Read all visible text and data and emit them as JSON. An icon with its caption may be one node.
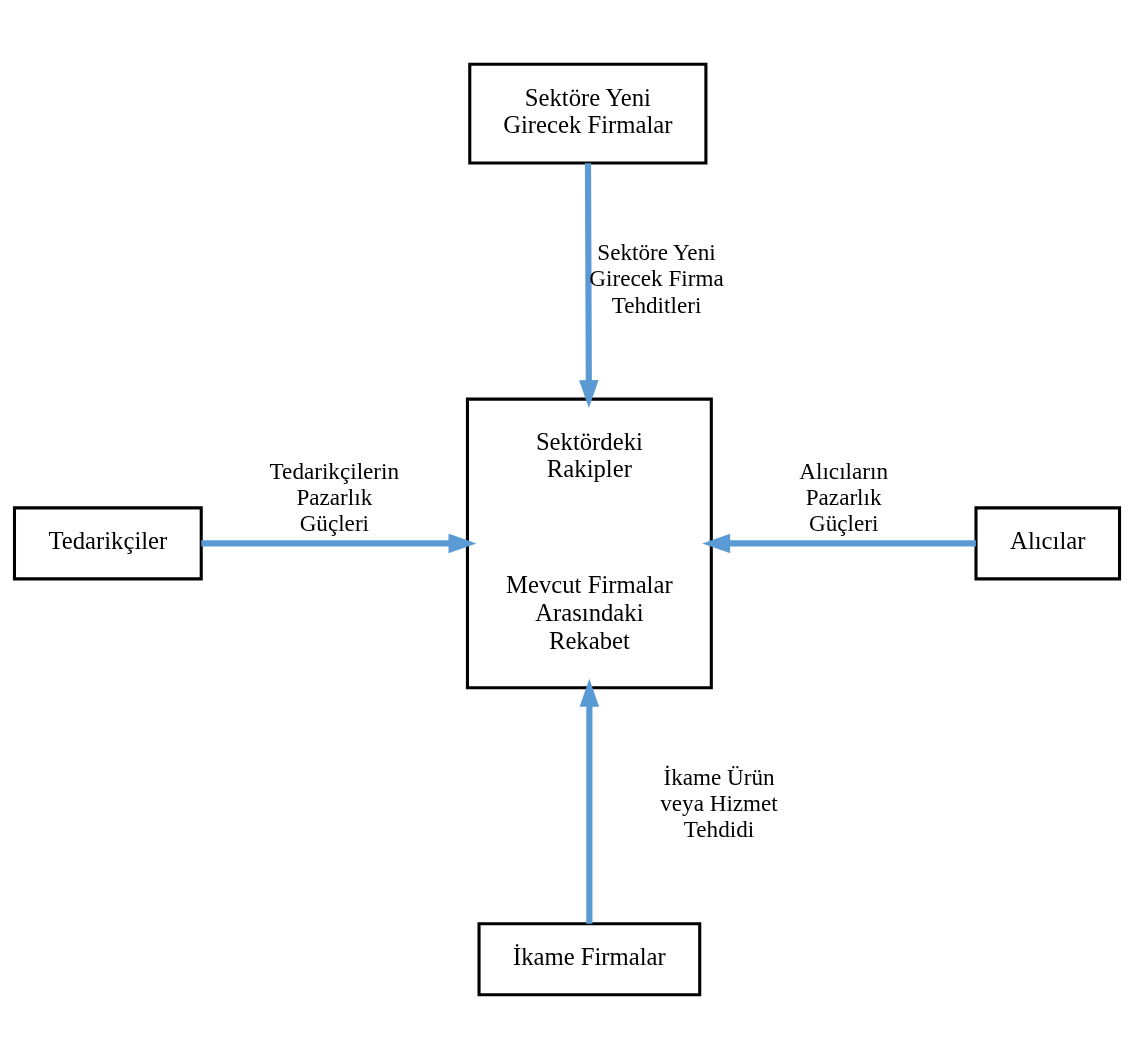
{
  "diagram": {
    "nodes": [
      {
        "text": [
          "Sektöre Yeni Girecek Firmalar"
        ]
      },
      {
        "text": [
          "Tedarikçiler"
        ]
      },
      {
        "text": [
          "Sektördeki Rakipler",
          "Mevcut Firmalar Arasındaki Rekabet"
        ]
      },
      {
        "text": [
          "Alıcılar"
        ]
      },
      {
        "text": [
          "İkame Firmalar"
        ]
      }
    ],
    "edges": [
      {
        "from": 0,
        "to": 2,
        "arrow": "to",
        "label": "Sektöre Yeni Girecek Firma Tehditleri"
      },
      {
        "from": 1,
        "to": 2,
        "arrow": "to",
        "label": "Tedarikçilerin Pazarlık Güçleri"
      },
      {
        "from": 3,
        "to": 2,
        "arrow": "to",
        "label": "Alıcıların Pazarlık Güçleri"
      },
      {
        "from": 4,
        "to": 2,
        "arrow": "to",
        "label": "İkame Ürün veya Hizmet Tehdidi"
      }
    ]
  }
}
